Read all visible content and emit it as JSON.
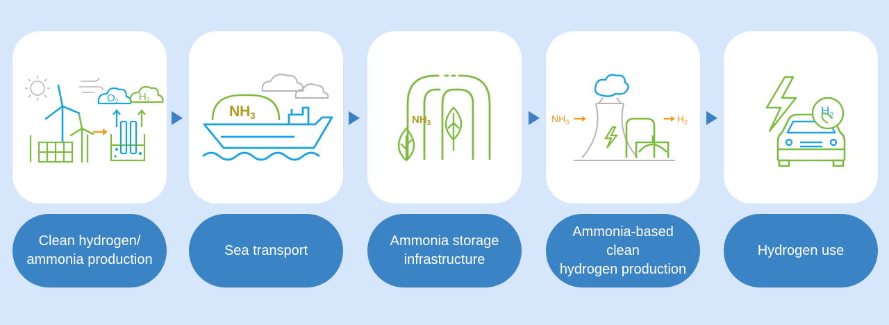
{
  "steps": [
    {
      "label_line1": "Clean hydrogen/",
      "label_line2": "ammonia production",
      "icon": "renewable-production-icon",
      "bubble_o2": "O",
      "bubble_o2_sub": "2",
      "bubble_h2": "H",
      "bubble_h2_sub": "2"
    },
    {
      "label_line1": "Sea transport",
      "label_line2": "",
      "icon": "ship-icon",
      "cargo_label": "NH",
      "cargo_sub": "3"
    },
    {
      "label_line1": "Ammonia storage",
      "label_line2": "infrastructure",
      "icon": "storage-tanks-icon",
      "tank_label": "NH",
      "tank_sub": "3"
    },
    {
      "label_line1": "Ammonia-based clean",
      "label_line2": "hydrogen production",
      "icon": "cracking-plant-icon",
      "input_label": "NH",
      "input_sub": "3",
      "output_label": "H",
      "output_sub": "2"
    },
    {
      "label_line1": "Hydrogen use",
      "label_line2": "",
      "icon": "hydrogen-car-icon",
      "badge_label": "H",
      "badge_sub": "2"
    }
  ],
  "colors": {
    "background": "#d6e6fb",
    "card": "#ffffff",
    "pill": "#3a83c4",
    "arrow": "#3b7fc4",
    "blue_line": "#1aa3e0",
    "green_line": "#7dbb3f",
    "orange": "#f39a1f",
    "gold_text": "#b09a1b",
    "gray": "#a8a8a8"
  }
}
